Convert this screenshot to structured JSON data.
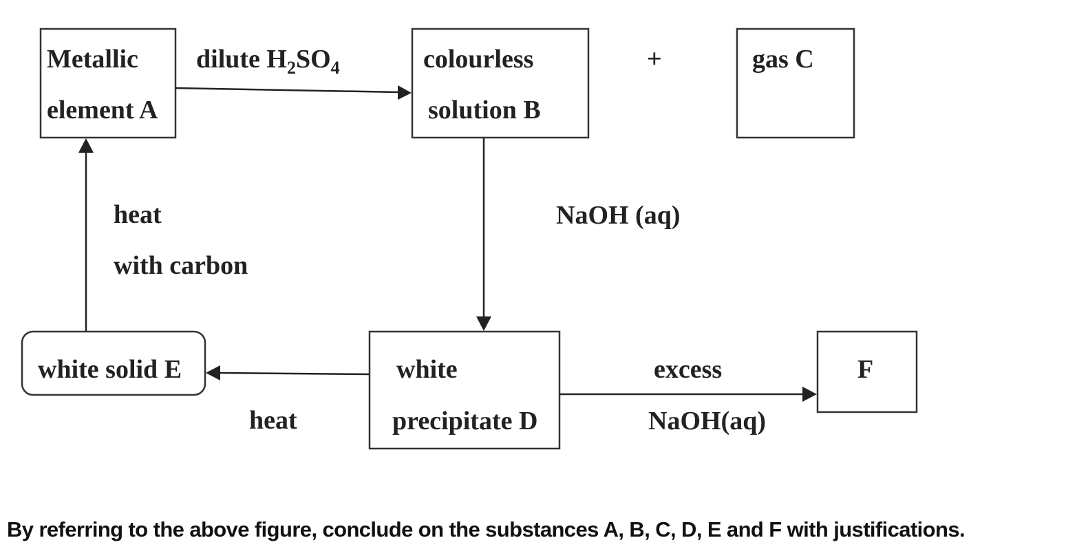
{
  "boxes": {
    "a": {
      "line1": "Metallic",
      "line2": "element A"
    },
    "b": {
      "line1": "colourless",
      "line2": "solution B"
    },
    "c": {
      "line1": "gas C"
    },
    "d": {
      "line1": "white",
      "line2": "precipitate D"
    },
    "e": {
      "line1": "white solid E"
    },
    "f": {
      "line1": "F"
    }
  },
  "operators": {
    "plus": "+"
  },
  "edges": {
    "a_to_b": {
      "text": "dilute H",
      "sub1": "2",
      "mid": "SO",
      "sub2": "4"
    },
    "b_to_d": {
      "line1": "NaOH (aq)"
    },
    "d_to_e": {
      "line1": "heat"
    },
    "d_to_f": {
      "line1": "excess",
      "line2": "NaOH(aq)"
    },
    "e_to_a": {
      "line1": "heat",
      "line2": "with carbon"
    }
  },
  "question": "By referring to the above figure, conclude on the substances A, B, C, D, E and F with justifications."
}
